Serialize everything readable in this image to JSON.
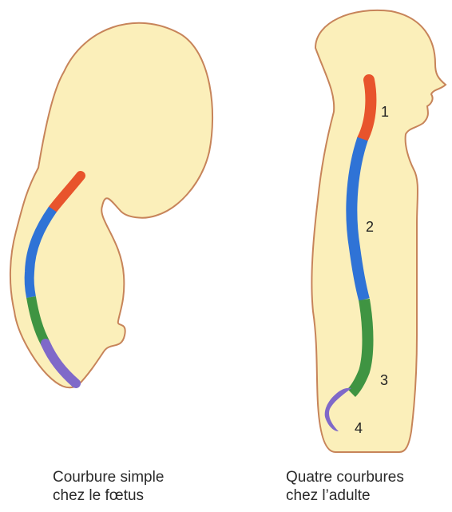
{
  "colors": {
    "body_fill": "#fbefba",
    "outline": "#c7845a",
    "cervical": "#e8542c",
    "thoracic": "#2f73d6",
    "lumbar": "#3f9442",
    "sacral": "#7f69c9"
  },
  "segment_labels": [
    "1",
    "2",
    "3",
    "4"
  ],
  "captions": {
    "fetus": {
      "line1": "Courbure simple",
      "line2": "chez le fœtus"
    },
    "adult": {
      "line1": "Quatre courbures",
      "line2": "chez l’adulte"
    }
  }
}
